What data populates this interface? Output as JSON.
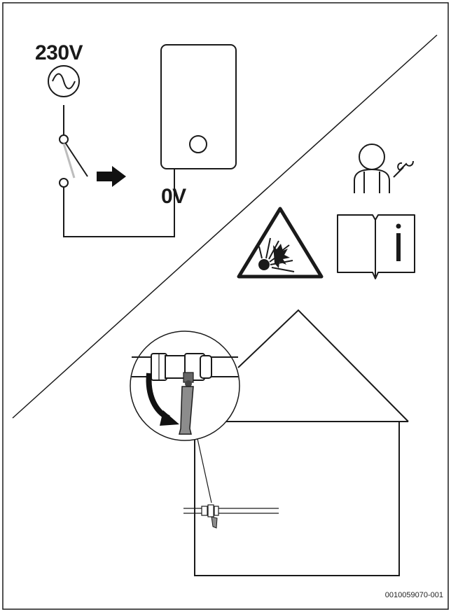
{
  "labels": {
    "voltage_on": "230V",
    "voltage_off": "0V",
    "figure_id": "0010059070-001"
  },
  "icons": [
    "ac-source-icon",
    "switch-icon",
    "arrow-right-icon",
    "water-heater-icon",
    "service-technician-icon",
    "explosion-warning-icon",
    "information-manual-icon",
    "house-icon",
    "gas-valve-icon"
  ],
  "colors": {
    "line": "#1a1a1a",
    "switch_shadow": "#bdbdbd",
    "valve_grey": "#8c8c8c",
    "background": "#ffffff"
  }
}
